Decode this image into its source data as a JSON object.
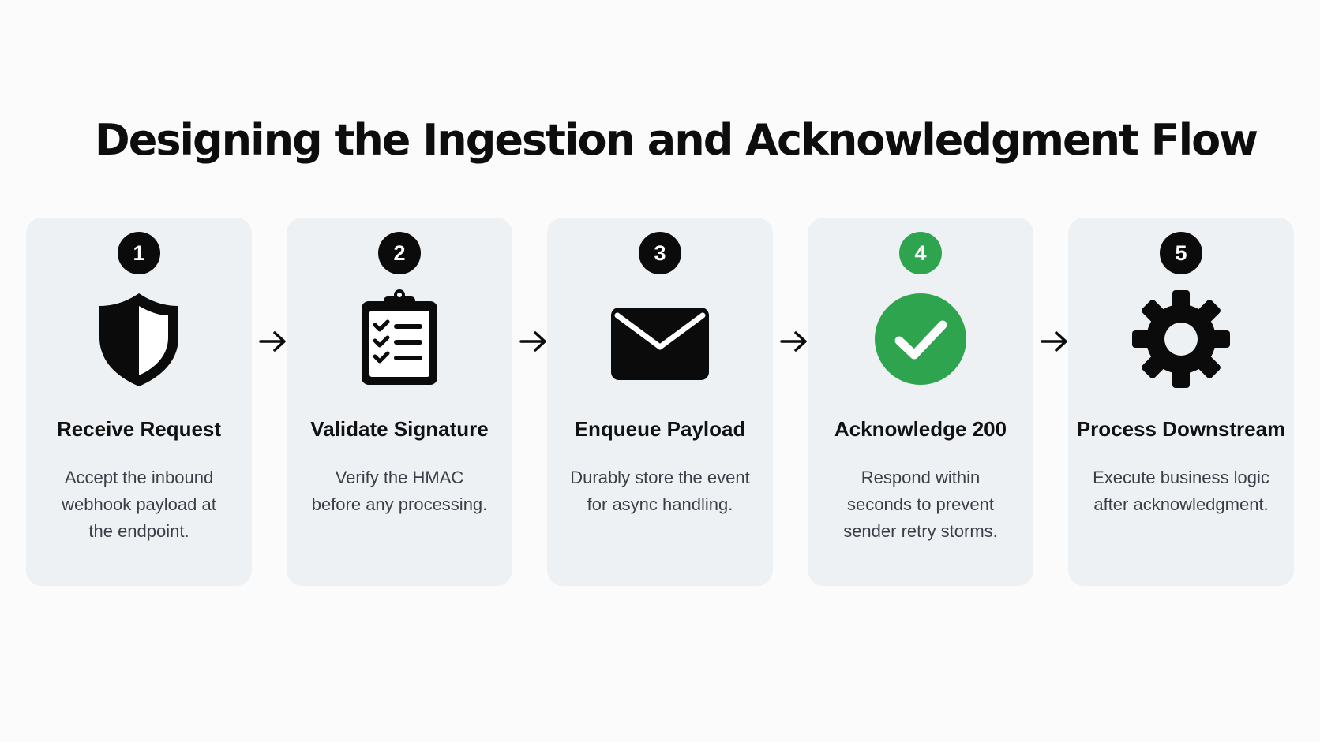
{
  "title": "Designing the Ingestion and Acknowledgment Flow",
  "accent_color": "#2ea44f",
  "steps": [
    {
      "number": "1",
      "icon": "shield-icon",
      "title": "Receive Request",
      "description": "Accept the inbound webhook payload at the endpoint."
    },
    {
      "number": "2",
      "icon": "clipboard-checklist-icon",
      "title": "Validate Signature",
      "description": "Verify the HMAC before any processing."
    },
    {
      "number": "3",
      "icon": "envelope-icon",
      "title": "Enqueue Payload",
      "description": "Durably store the event for async handling."
    },
    {
      "number": "4",
      "icon": "check-circle-icon",
      "title": "Acknowledge 200",
      "description": "Respond within seconds to prevent sender retry storms.",
      "highlighted": true
    },
    {
      "number": "5",
      "icon": "gear-icon",
      "title": "Process Downstream",
      "description": "Execute business logic after acknowledgment."
    }
  ]
}
